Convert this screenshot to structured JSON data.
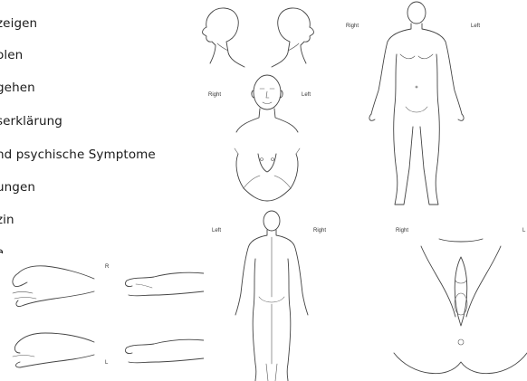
{
  "slide_text": {
    "items": [
      "zeigen",
      "olen",
      "gehen",
      "serklärung",
      "nd psychische Symptome",
      "ungen",
      "zin",
      "a"
    ]
  },
  "diagram_labels": {
    "full_body_front": {
      "right": "Right",
      "left": "Left"
    },
    "face_front": {
      "right": "Right",
      "left": "Left"
    },
    "full_body_back": {
      "left": "Left",
      "right": "Right"
    },
    "genital_region": {
      "right": "Right",
      "left": "L"
    },
    "hands": {
      "right_marker": "R",
      "left_marker": "L"
    }
  },
  "colors": {
    "line": "#444444",
    "background": "#ffffff",
    "text": "#1a1a1a"
  }
}
